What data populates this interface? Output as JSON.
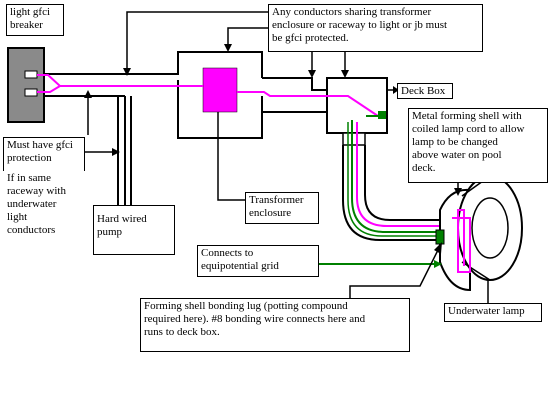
{
  "labels": {
    "breaker": "light gfci\nbreaker",
    "must_have_gfci": "Must have gfci\nprotection",
    "same_raceway": "If in same\nraceway with\nunderwater\nlight\nconductors",
    "hard_wired_pump": "Hard wired\npump",
    "conductors_sharing": "Any conductors sharing transformer\nenclosure or raceway to light or jb must\nbe gfci protected.",
    "deck_box": "Deck Box",
    "metal_forming_shell": "Metal forming shell with\ncoiled lamp cord to allow\nlamp to be changed\nabove water on pool\ndeck.",
    "transformer_enclosure": "Transformer\nenclosure",
    "equipotential": "Connects to\nequipotential grid",
    "bonding_lug": "Forming shell bonding lug (potting compound\nrequired here). #8 bonding wire connects here and\nruns to deck box.",
    "underwater_lamp": "Underwater lamp"
  },
  "colors": {
    "hot_wire": "#ff00ff",
    "transformer_fill": "#ff00ff",
    "bond_wire": "#008000",
    "panel_fill": "#8a8a8a",
    "line": "#000000"
  }
}
